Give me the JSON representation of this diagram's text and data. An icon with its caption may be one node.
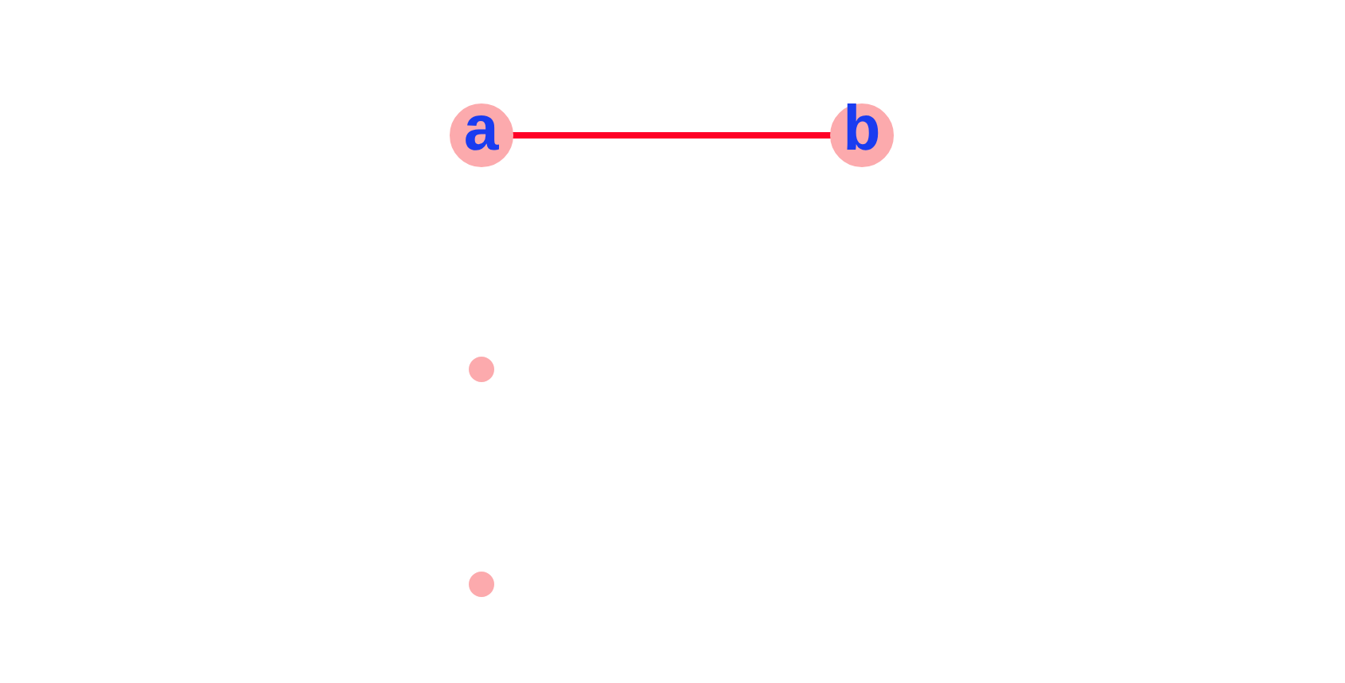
{
  "diagram": {
    "nodes": [
      {
        "text": [
          "a"
        ]
      },
      {
        "text": [
          "b"
        ]
      },
      {
        "text": [],
        "shape": "circle"
      },
      {
        "text": [],
        "shape": "circle"
      }
    ],
    "edges": [
      {
        "from": 0,
        "to": 1,
        "arrow": "none",
        "color": "#ff0026"
      }
    ]
  }
}
